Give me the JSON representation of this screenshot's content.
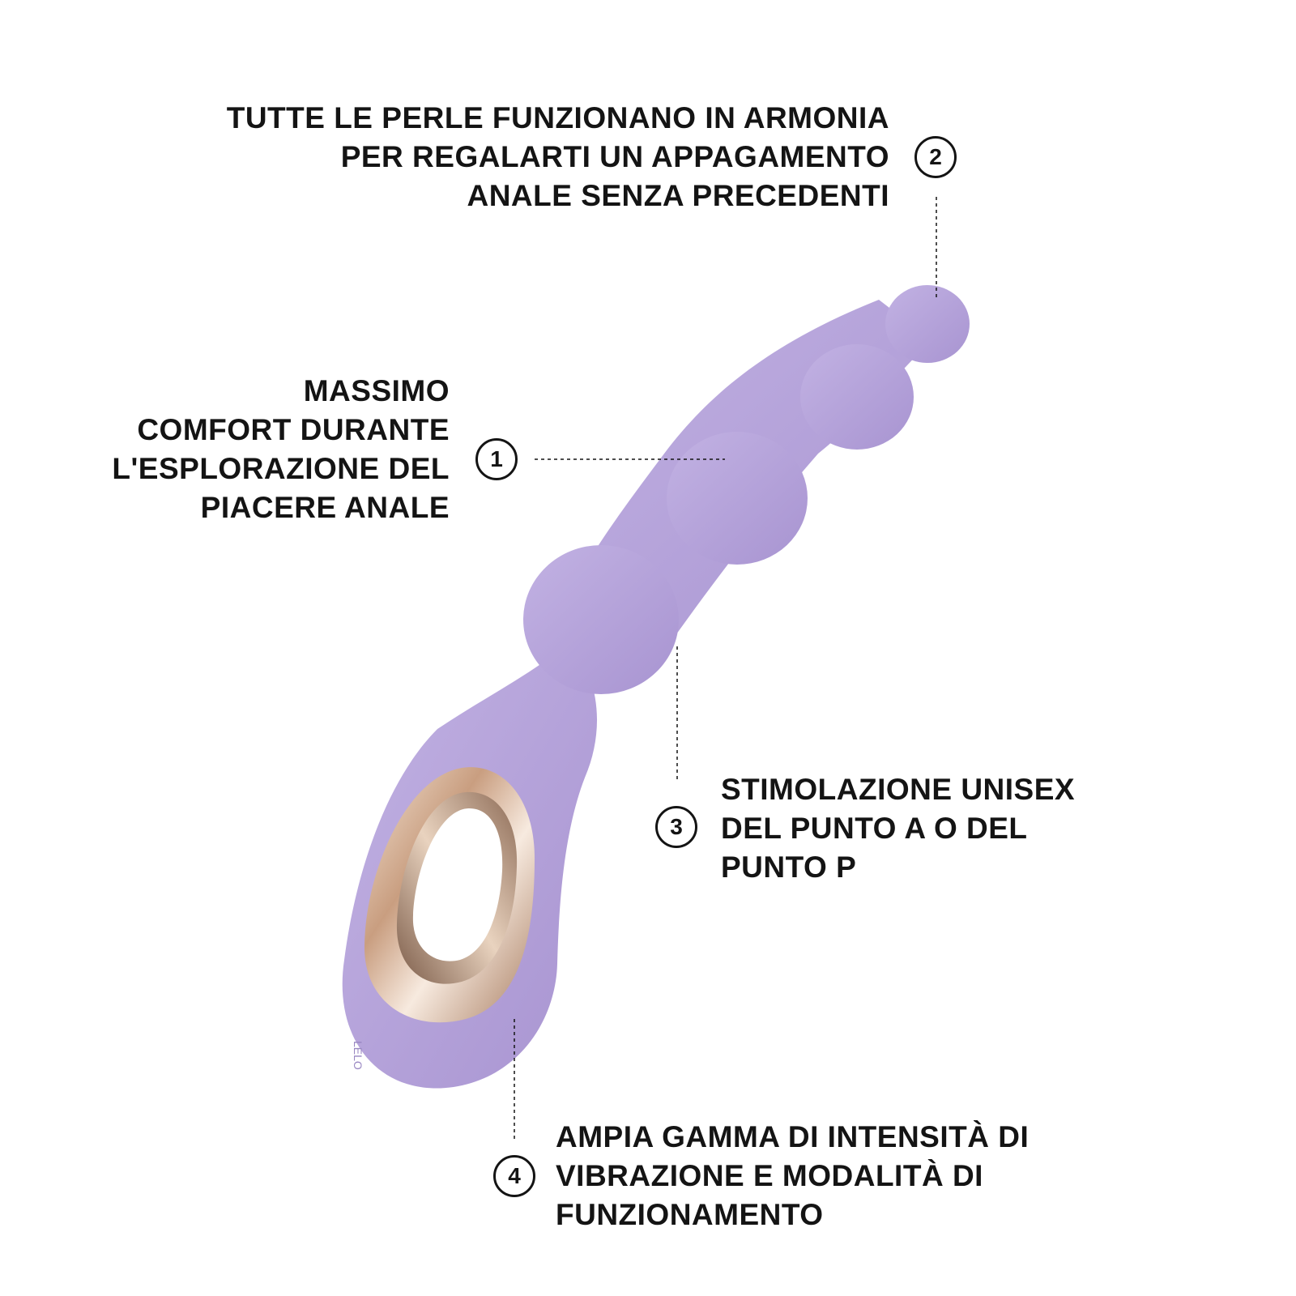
{
  "callouts": [
    {
      "number": "2",
      "text": "TUTTE LE PERLE FUNZIONANO IN ARMONIA\nPER REGALARTI UN APPAGAMENTO\nANALE SENZA PRECEDENTI"
    },
    {
      "number": "1",
      "text": "MASSIMO\nCOMFORT DURANTE\nL'ESPLORAZIONE DEL\nPIACERE ANALE"
    },
    {
      "number": "3",
      "text": "STIMOLAZIONE UNISEX\nDEL PUNTO A O DEL\nPUNTO P"
    },
    {
      "number": "4",
      "text": "AMPIA GAMMA DI INTENSITÀ DI\nVIBRAZIONE E MODALITÀ DI\nFUNZIONAMENTO"
    }
  ],
  "product": {
    "body_color": "#B4A2DA",
    "ring_color": "#D6B9A0",
    "logo_text": "LELO"
  },
  "colors": {
    "text": "#141414",
    "background": "#FFFFFF"
  }
}
